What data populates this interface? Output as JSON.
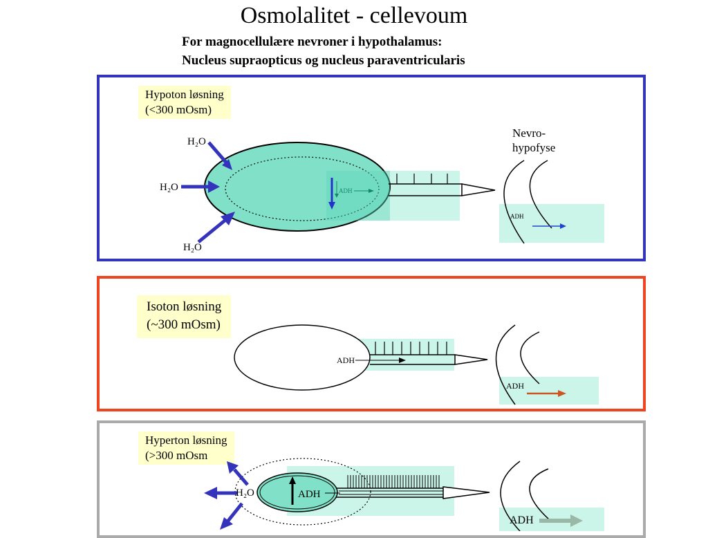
{
  "title": "Osmolalitet - cellevoum",
  "subtitle_line1": "For magnocellulære nevroner i hypothalamus:",
  "subtitle_line2": "Nucleus supraopticus og nucleus paraventricularis",
  "colors": {
    "hypotonic_border": "#3333bb",
    "isotonic_border": "#ee4422",
    "hypertonic_border": "#aaaaaa",
    "cell_fill": "#80e0c8",
    "pale_fill": "#ccf5ea",
    "label_fill": "#ffffcc"
  },
  "panels": {
    "hypotonic": {
      "label_line1": "Hypoton løsning",
      "label_line2": "(<300 mOsm)",
      "water_label": "H₂O",
      "adh_label": "ADH",
      "adh_release_label": "ADH",
      "neurohypophysis_line1": "Nevro-",
      "neurohypophysis_line2": "hypofyse"
    },
    "isotonic": {
      "label_line1": "Isoton løsning",
      "label_line2": "(~300 mOsm)",
      "adh_label": "ADH",
      "adh_release_label": "ADH"
    },
    "hypertonic": {
      "label_line1": "Hyperton løsning",
      "label_line2": "(>300 mOsm",
      "water_label": "H₂O",
      "adh_label": "ADH",
      "adh_release_label": "ADH"
    }
  }
}
